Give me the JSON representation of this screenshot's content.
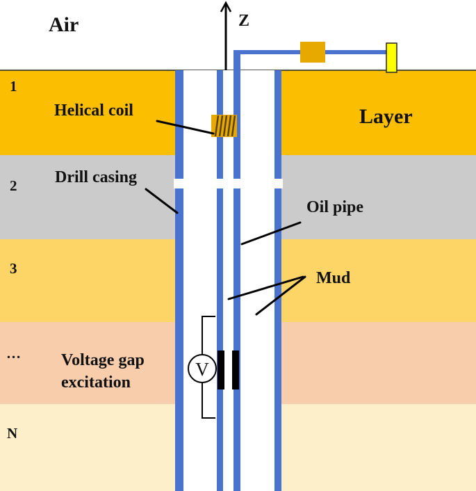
{
  "colors": {
    "layer_1": "#fcbe00",
    "layer_2": "#cbcbcb",
    "layer_3": "#fcd566",
    "layer_4": "#f7cdac",
    "layer_5": "#fdefca",
    "borehole": "#ffffff",
    "pipe": "#4a72cf",
    "coil": "#e7a800",
    "source_box": "#e7a800",
    "receiver": "#ffff00"
  },
  "labels": {
    "air": "Air",
    "z_axis": "Z",
    "layer": "Layer",
    "helical_coil": "Helical coil",
    "drill_casing": "Drill casing",
    "oil_pipe": "Oil pipe",
    "mud": "Mud",
    "voltage_gap_line1": "Voltage gap",
    "voltage_gap_line2": "excitation",
    "voltmeter": "V"
  },
  "layer_numbers": [
    "1",
    "2",
    "3",
    "…",
    "N"
  ]
}
